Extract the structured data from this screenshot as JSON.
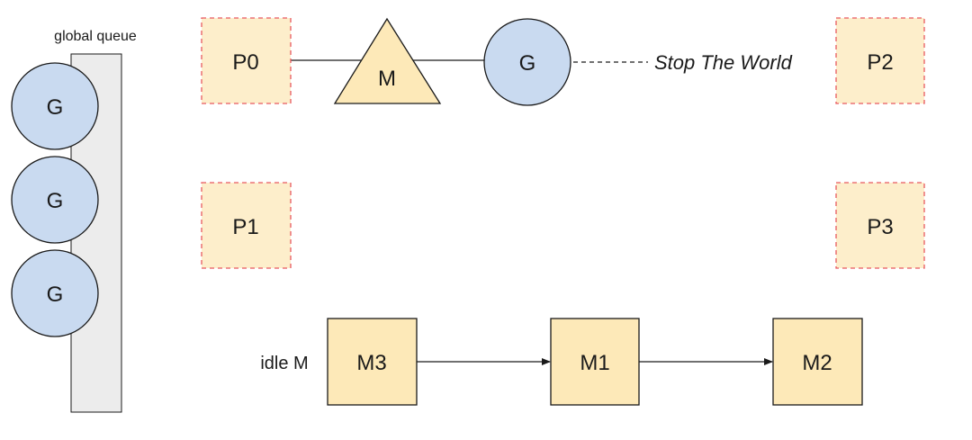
{
  "global_queue": {
    "label": "global queue",
    "goroutines": [
      "G",
      "G",
      "G"
    ]
  },
  "processors": {
    "p0": "P0",
    "p1": "P1",
    "p2": "P2",
    "p3": "P3"
  },
  "running": {
    "machine": "M",
    "goroutine": "G",
    "annotation": "Stop The World"
  },
  "idle": {
    "label": "idle M",
    "machines": [
      "M3",
      "M1",
      "M2"
    ]
  },
  "colors": {
    "goroutine_fill": "#c9daf0",
    "processor_fill": "#fdeecb",
    "processor_border": "#e8595f",
    "machine_fill": "#fde9b8",
    "queue_fill": "#ececec",
    "stroke": "#1a1a1a"
  }
}
